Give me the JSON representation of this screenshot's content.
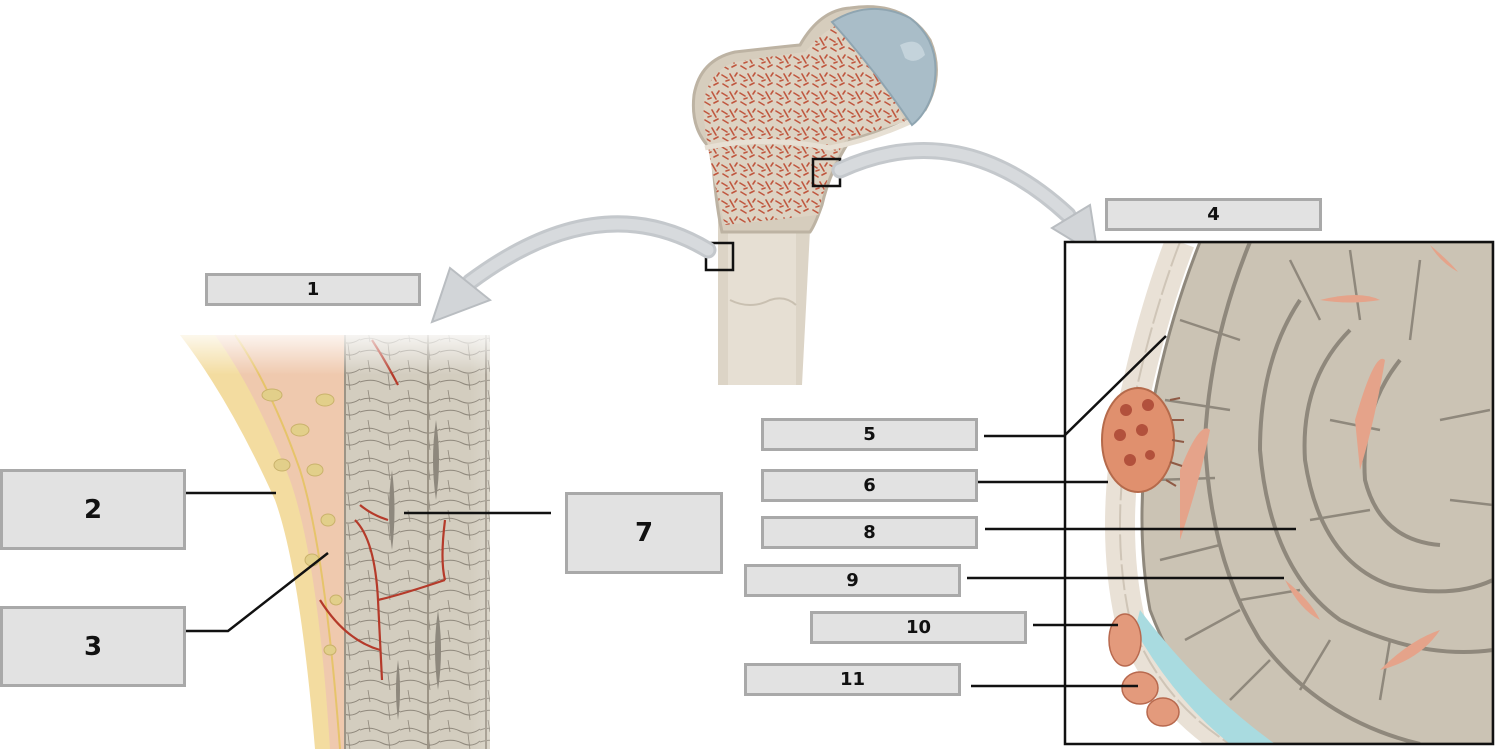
{
  "labels": {
    "l1": "1",
    "l2": "2",
    "l3": "3",
    "l4": "4",
    "l5": "5",
    "l6": "6",
    "l7": "7",
    "l8": "8",
    "l9": "9",
    "l10": "10",
    "l11": "11"
  },
  "colors": {
    "bone_beige": "#d9d1c3",
    "spongy_red": "#c0573f",
    "cartilage_blue": "#a9bdc8",
    "arrow_gray": "#cfd2d5",
    "periosteum_yellow": "#f3dca0",
    "blood_vessel": "#b53a2a",
    "osteon_gray": "#cbc3b4",
    "osteoclast": "#e0906e",
    "marrow_cyan": "#a9dbe0"
  },
  "icons": [
    "curved-arrow",
    "magnifier-square",
    "osteocyte-cell",
    "osteoclast-cell"
  ]
}
